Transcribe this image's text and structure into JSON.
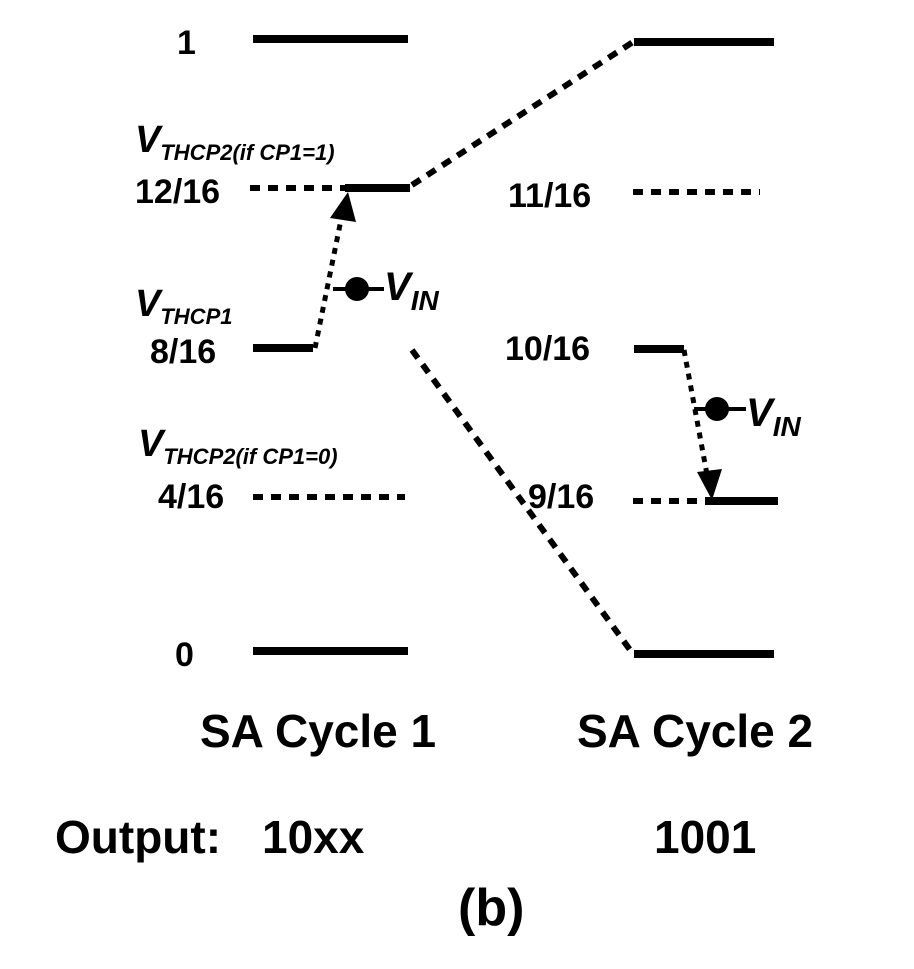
{
  "colors": {
    "ink": "#000000",
    "background": "#ffffff"
  },
  "cycle1": {
    "level_top": "1",
    "level_bottom": "0",
    "thcp2_high": {
      "v_main": "V",
      "v_sub": "THCP2(if CP1=1)",
      "value": "12/16"
    },
    "thcp1": {
      "v_main": "V",
      "v_sub": "THCP1",
      "value": "8/16"
    },
    "thcp2_low": {
      "v_main": "V",
      "v_sub": "THCP2(if CP1=0)",
      "value": "4/16"
    },
    "vin": {
      "v_main": "V",
      "v_sub": "IN"
    },
    "title": "SA Cycle 1",
    "output": "10xx"
  },
  "cycle2": {
    "level_upper": "11/16",
    "level_mid": "10/16",
    "level_lower": "9/16",
    "vin": {
      "v_main": "V",
      "v_sub": "IN"
    },
    "title": "SA Cycle 2",
    "output": "1001"
  },
  "output_label": "Output:",
  "caption": "(b)"
}
